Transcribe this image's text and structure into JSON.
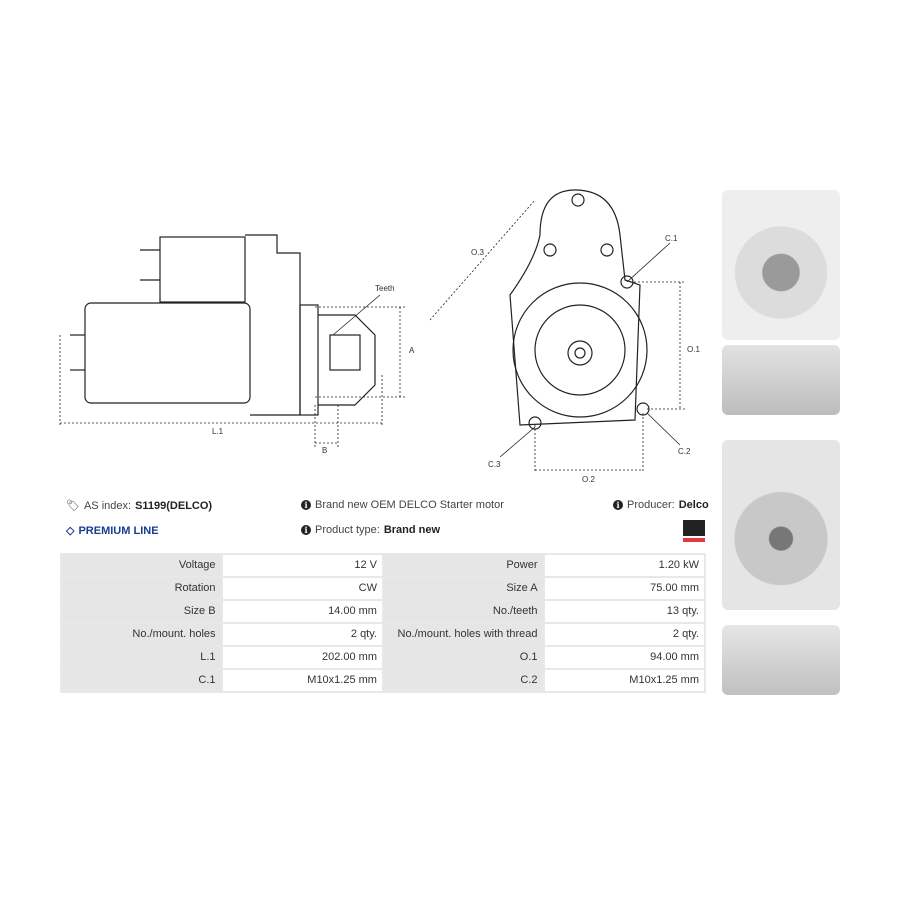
{
  "diagram_labels": {
    "teeth": "Teeth",
    "a": "A",
    "b": "B",
    "l1": "L.1",
    "o3": "O.3",
    "c1": "C.1",
    "o1": "O.1",
    "c2": "C.2",
    "c3": "C.3",
    "o2": "O.2"
  },
  "info": {
    "as_index_label": "AS index:",
    "as_index_value": "S1199(DELCO)",
    "premium_line": "PREMIUM LINE",
    "description": "Brand new OEM DELCO Starter motor",
    "product_type_label": "Product type:",
    "product_type_value": "Brand new",
    "producer_label": "Producer:",
    "producer_value": "Delco",
    "premium_color": "#1a3d8f",
    "brand_colors": [
      "#222222",
      "#e03a3a"
    ]
  },
  "specs": [
    [
      "Voltage",
      "12 V",
      "Power",
      "1.20 kW"
    ],
    [
      "Rotation",
      "CW",
      "Size A",
      "75.00 mm"
    ],
    [
      "Size B",
      "14.00 mm",
      "No./teeth",
      "13 qty."
    ],
    [
      "No./mount. holes",
      "2 qty.",
      "No./mount. holes with thread",
      "2 qty."
    ],
    [
      "L.1",
      "202.00 mm",
      "O.1",
      "94.00 mm"
    ],
    [
      "C.1",
      "M10x1.25 mm",
      "C.2",
      "M10x1.25 mm"
    ]
  ]
}
